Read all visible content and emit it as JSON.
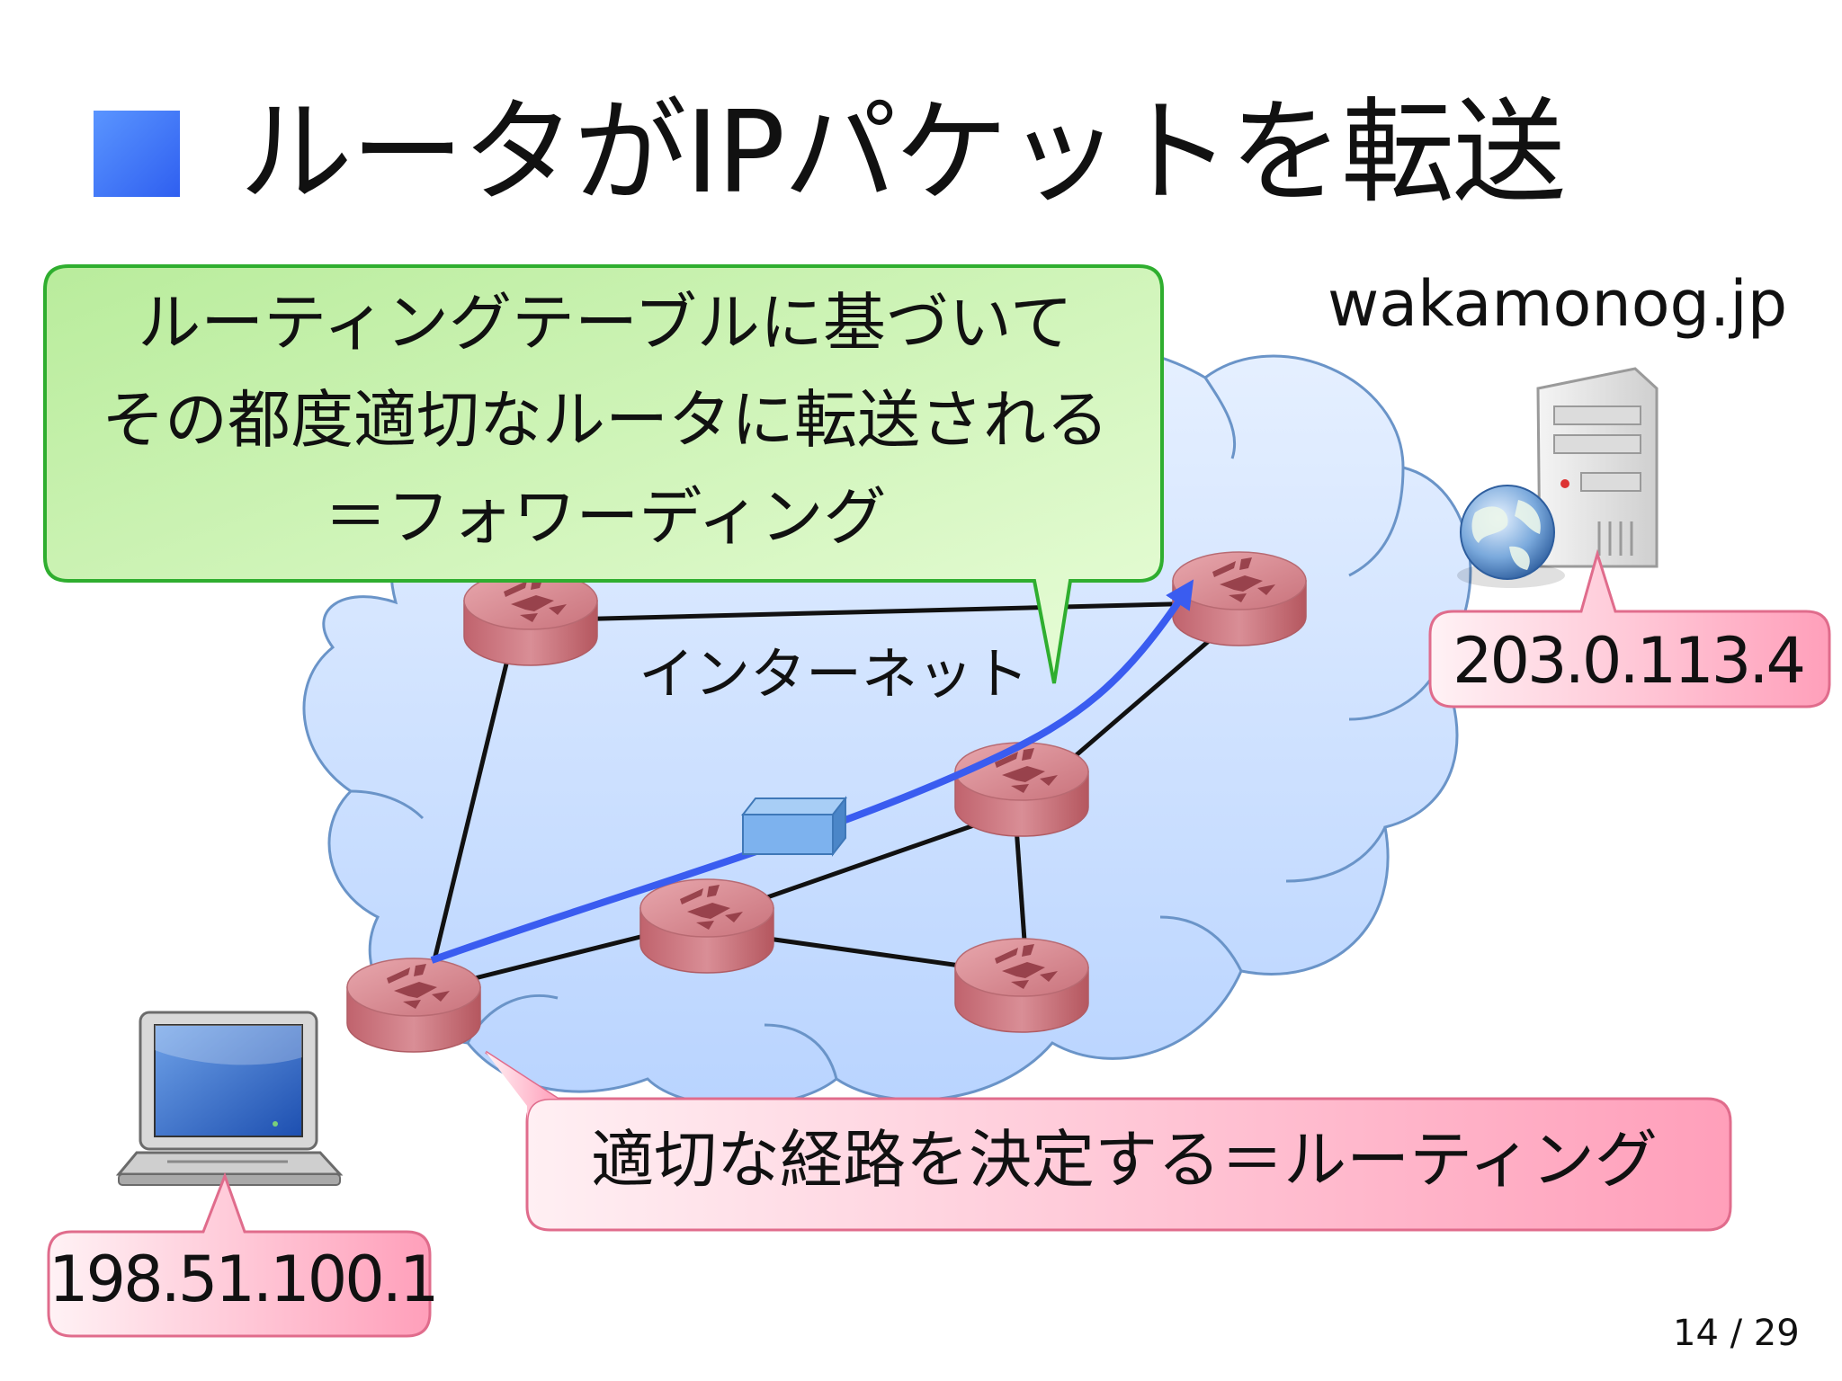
{
  "slide": {
    "title": "ルータがIPパケットを転送",
    "page_number": "14 / 29"
  },
  "cloud": {
    "label": "インターネット"
  },
  "callouts": {
    "forwarding": {
      "lines": [
        "ルーティングテーブルに基づいて",
        "その都度適切なルータに転送される",
        "＝フォワーディング"
      ]
    },
    "routing": {
      "text": "適切な経路を決定する＝ルーティング"
    }
  },
  "server": {
    "hostname": "wakamonog.jp",
    "ip": "203.0.113.4"
  },
  "client": {
    "ip": "198.51.100.1"
  },
  "colors": {
    "title_square": "#3a6cf5",
    "cloud_fill": "#cfe1ff",
    "cloud_stroke": "#6a94c8",
    "router": "#d4858d",
    "packet_path": "#3a5cf0",
    "green_callout": "#c9f2b0",
    "pink_callout": "#ffd3df"
  },
  "icons": {
    "router": "router-icon",
    "server": "server-icon",
    "globe": "globe-icon",
    "laptop": "laptop-icon",
    "packet": "packet-icon"
  }
}
